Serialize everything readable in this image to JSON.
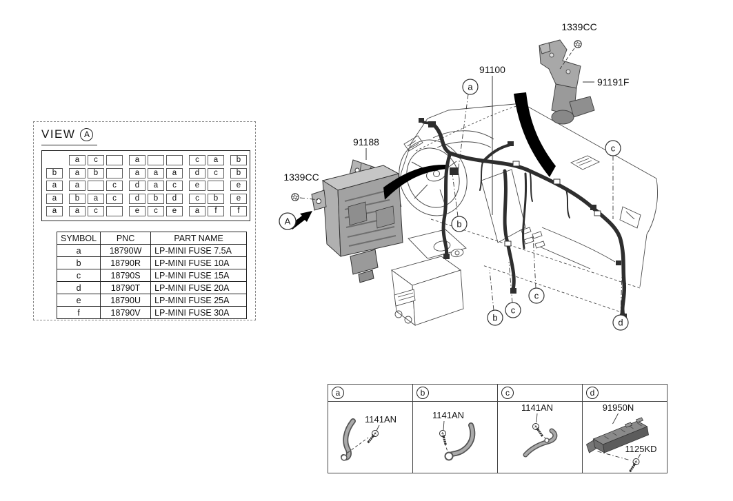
{
  "view_panel": {
    "title": "VIEW",
    "view_letter": "A",
    "fuse_grid": {
      "rows": [
        [
          null,
          "a",
          "c",
          "",
          "a",
          "",
          "",
          "c",
          "a",
          "b"
        ],
        [
          "b",
          "a",
          "b",
          "",
          "a",
          "a",
          "a",
          "d",
          "c",
          "b"
        ],
        [
          "a",
          "a",
          "",
          "c",
          "d",
          "a",
          "c",
          "e",
          "",
          "e"
        ],
        [
          "a",
          "b",
          "a",
          "c",
          "d",
          "b",
          "d",
          "c",
          "b",
          "e"
        ],
        [
          "a",
          "a",
          "c",
          "",
          "e",
          "c",
          "e",
          "a",
          "f",
          "f"
        ]
      ]
    },
    "symbol_table": {
      "headers": [
        "SYMBOL",
        "PNC",
        "PART NAME"
      ],
      "rows": [
        [
          "a",
          "18790W",
          "LP-MINI FUSE 7.5A"
        ],
        [
          "b",
          "18790R",
          "LP-MINI FUSE 10A"
        ],
        [
          "c",
          "18790S",
          "LP-MINI FUSE 15A"
        ],
        [
          "d",
          "18790T",
          "LP-MINI FUSE 20A"
        ],
        [
          "e",
          "18790U",
          "LP-MINI FUSE 25A"
        ],
        [
          "f",
          "18790V",
          "LP-MINI FUSE 30A"
        ]
      ]
    }
  },
  "main_diagram": {
    "labels": {
      "junction_box": "91188",
      "bolt_left": "1339CC",
      "bolt_top": "1339CC",
      "harness": "91100",
      "bracket": "91191F"
    },
    "callouts": {
      "view_arrow": "A",
      "a1": "a",
      "b1": "b",
      "b2": "b",
      "c1": "c",
      "c2": "c",
      "c3": "c",
      "d1": "d"
    }
  },
  "detail_table": {
    "columns": [
      {
        "callout": "a",
        "part": "1141AN"
      },
      {
        "callout": "b",
        "part": "1141AN"
      },
      {
        "callout": "c",
        "part": "1141AN"
      },
      {
        "callout": "d",
        "part": "91950N",
        "part2": "1125KD"
      }
    ]
  },
  "colors": {
    "line": "#4a4a4a",
    "harness": "#2e2e2e",
    "part_fill": "#b0b0b0",
    "background": "#ffffff"
  }
}
